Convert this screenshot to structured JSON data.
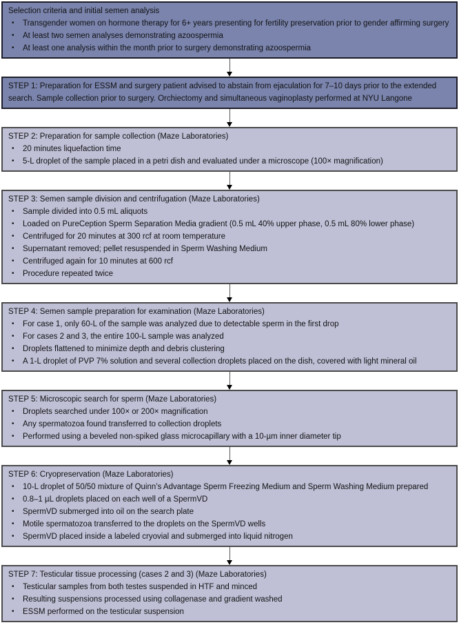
{
  "colors": {
    "dark_box_bg": "#7a84ad",
    "dark_box_border": "#1c1c28",
    "light_box_bg": "#bfc0d6",
    "light_box_border": "#4a4a4a",
    "text": "#111111",
    "arrow_line": "#555555",
    "arrow_head": "#000000",
    "background": "#ffffff"
  },
  "bullet_glyph": "•",
  "boxes": [
    {
      "tone": "dark",
      "title": "Selection criteria and initial semen analysis",
      "bullets": [
        "Transgender women on hormone therapy for 6+ years presenting for fertility preservation prior to gender affirming surgery",
        "At least two semen analyses demonstrating azoospermia",
        "At least one analysis within the month prior to surgery demonstrating azoospermia"
      ]
    },
    {
      "tone": "dark",
      "title": "STEP 1: Preparation for ESSM and surgery patient advised to abstain from ejaculation for 7–10 days prior to the extended search. Sample collection prior to surgery. Orchiectomy and simultaneous vaginoplasty performed at NYU Langone",
      "bullets": []
    },
    {
      "tone": "light",
      "title": "STEP 2: Preparation for sample collection (Maze Laboratories)",
      "bullets": [
        "20 minutes liquefaction time",
        "5-L droplet of the sample placed in a petri dish and evaluated under a microscope (100× magnification)"
      ]
    },
    {
      "tone": "light",
      "title": "STEP 3: Semen sample division and centrifugation (Maze Laboratories)",
      "bullets": [
        "Sample divided into 0.5 mL aliquots",
        "Loaded on PureCeption Sperm Separation Media gradient (0.5 mL 40% upper phase, 0.5 mL 80% lower phase)",
        "Centrifuged for 20 minutes at 300 rcf at room temperature",
        "Supernatant removed; pellet resuspended in Sperm Washing Medium",
        "Centrifuged again for 10 minutes at 600 rcf",
        "Procedure repeated twice"
      ]
    },
    {
      "tone": "light",
      "title": "STEP 4: Semen sample preparation for examination (Maze Laboratories)",
      "bullets": [
        "For case 1, only 60-L of the sample was analyzed due to detectable sperm in the first drop",
        "For cases 2 and 3, the entire 100-L sample was analyzed",
        "Droplets flattened to minimize depth and debris clustering",
        "A 1-L droplet of PVP 7% solution and several collection droplets placed on the dish, covered with light mineral oil"
      ]
    },
    {
      "tone": "light",
      "title": "STEP 5: Microscopic search for sperm (Maze Laboratories)",
      "bullets": [
        "Droplets searched under 100× or 200× magnification",
        "Any spermatozoa found transferred to collection droplets",
        "Performed using a beveled non-spiked glass microcapillary with a 10-µm inner diameter tip"
      ]
    },
    {
      "tone": "light",
      "title": "STEP 6: Cryopreservation (Maze Laboratories)",
      "bullets": [
        "10-L droplet of 50/50 mixture of Quinn’s Advantage Sperm Freezing Medium and Sperm Washing Medium prepared",
        "0.8–1 µL droplets placed on each well of a SpermVD",
        "SpermVD submerged into oil on the search plate",
        "Motile spermatozoa transferred to the droplets on the SpermVD wells",
        "SpermVD placed inside a labeled cryovial and submerged into liquid nitrogen"
      ]
    },
    {
      "tone": "light",
      "title": "STEP 7: Testicular tissue processing (cases 2 and 3) (Maze Laboratories)",
      "bullets": [
        "Testicular samples from both testes suspended in HTF and minced",
        "Resulting suspensions processed using collagenase and gradient washed",
        "ESSM performed on the testicular suspension"
      ]
    }
  ]
}
